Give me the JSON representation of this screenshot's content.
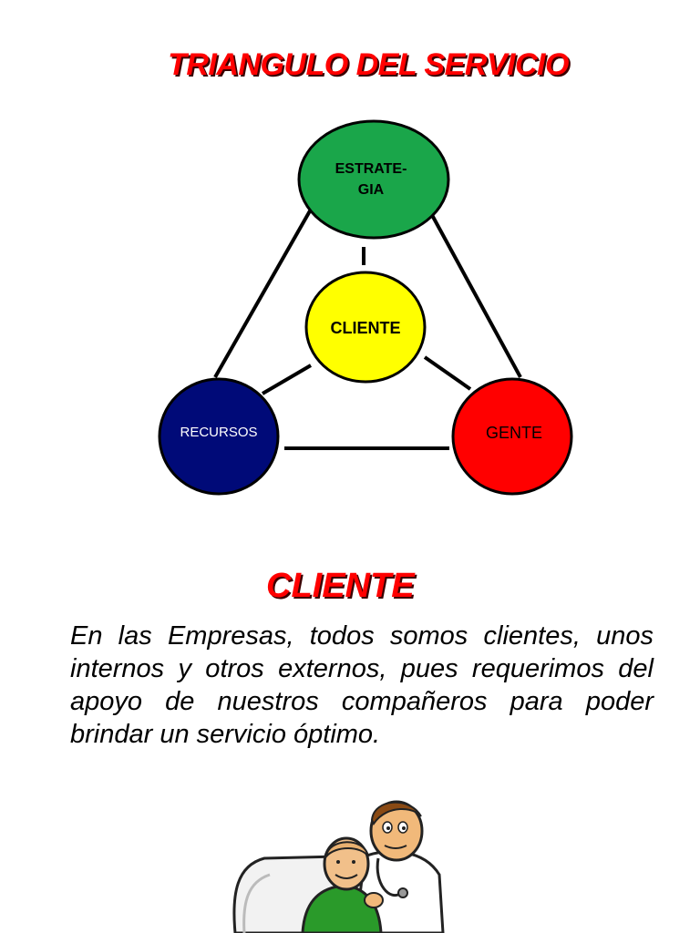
{
  "title": "TRIANGULO DEL SERVICIO",
  "diagram": {
    "nodes": {
      "estrategia": {
        "line1": "ESTRATE-",
        "line2": "GIA",
        "fill": "#1aa64a",
        "text_color": "#000000"
      },
      "cliente": {
        "label": "CLIENTE",
        "fill": "#ffff00",
        "text_color": "#000000"
      },
      "recursos": {
        "label": "RECURSOS",
        "fill": "#000a78",
        "text_color": "#ffffff"
      },
      "gente": {
        "label": "GENTE",
        "fill": "#ff0000",
        "text_color": "#000000"
      }
    }
  },
  "heading": "CLIENTE",
  "paragraph": "En las Empresas, todos somos clientes, unos internos y otros externos, pues requerimos del apoyo de nuestros compañeros para poder brindar un servicio óptimo."
}
